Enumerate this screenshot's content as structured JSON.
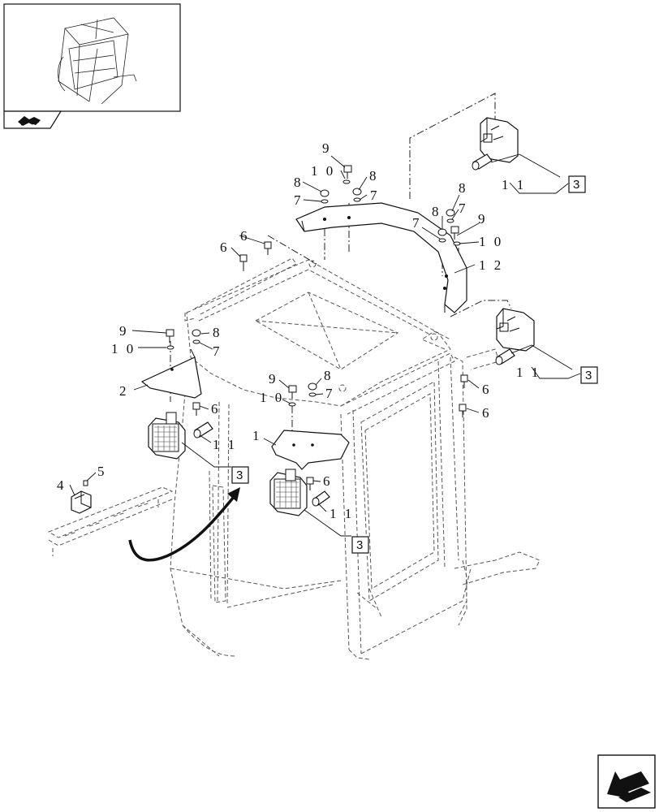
{
  "labels": {
    "l1": "1",
    "l2": "2",
    "l4": "4",
    "l5": "5",
    "l6a": "6",
    "l6b": "6",
    "l6c": "6",
    "l6d": "6",
    "l6e": "6",
    "l6f": "6",
    "l7a": "7",
    "l7b": "7",
    "l7c": "7",
    "l7d": "7",
    "l7e": "7",
    "l7f": "7",
    "l8a": "8",
    "l8b": "8",
    "l8c": "8",
    "l8d": "8",
    "l8e": "8",
    "l8f": "8",
    "l9a": "9",
    "l9b": "9",
    "l9c": "9",
    "l9d": "9",
    "l10a": "1 0",
    "l10b": "1 0",
    "l10c": "1 0",
    "l10d": "1 0",
    "l11a": "1 1",
    "l11b": "1 1",
    "l11c": "1 1",
    "l11d": "1 1",
    "l12": "1 2"
  },
  "references": {
    "r1": "3",
    "r2": "3",
    "r3": "3",
    "r4": "3"
  },
  "icons": {
    "thumbnail": "cab-thumbnail-icon",
    "book": "book-icon",
    "nav": "previous-page-arrow-icon"
  }
}
